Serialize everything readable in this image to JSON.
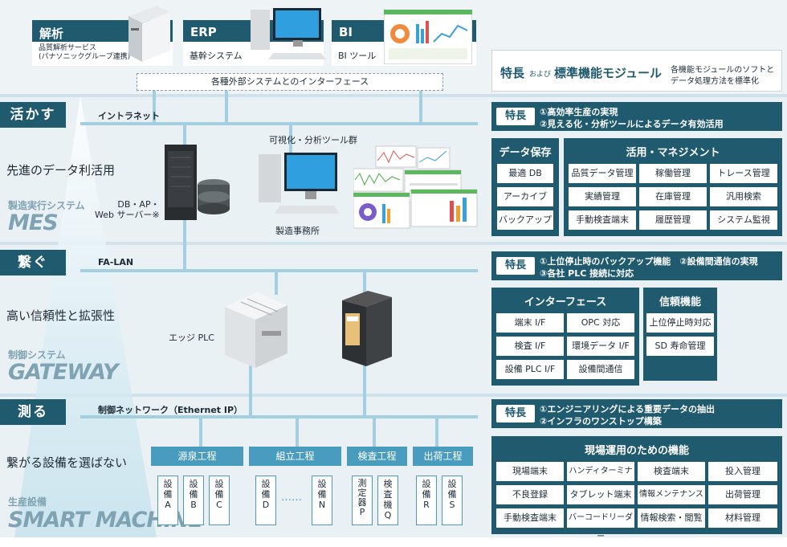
{
  "top_systems": [
    {
      "name": "解析",
      "sub": "品質解析サービス\n(パナソニックグループ連携)"
    },
    {
      "name": "ERP",
      "sub": "基幹システム"
    },
    {
      "name": "BI",
      "sub": "BI ツール"
    }
  ],
  "interface_label": "各種外部システムとのインターフェース",
  "feature_header": {
    "title_a": "特長",
    "title_and": "および",
    "title_b": "標準機能モジュール",
    "desc_line1": "各機能モジュールのソフトと",
    "desc_line2": "データ処理方法を標準化"
  },
  "stages": [
    {
      "label": "活かす",
      "network": "イントラネット",
      "side": "先進のデータ利活用",
      "sys_ja": "製造実行システム",
      "sys_en": "MES"
    },
    {
      "label": "繋ぐ",
      "network": "FA-LAN",
      "side": "高い信頼性と拡張性",
      "sys_ja": "制御システム",
      "sys_en": "GATEWAY"
    },
    {
      "label": "測る",
      "network": "制御ネットワーク（Ethernet IP）",
      "side": "繋がる設備を選ばない",
      "sys_ja": "生産設備",
      "sys_en": "SMART MACHINE"
    }
  ],
  "mes_labels": {
    "server": "DB・AP・\nWeb サーバー※",
    "tools": "可視化・分析ツール群",
    "office": "製造事務所"
  },
  "gateway_labels": {
    "plc": "エッジ PLC"
  },
  "features": [
    {
      "tag": "特長",
      "line1": "①高効率生産の実現",
      "line2": "②見える化・分析ツールによるデータ有効活用"
    },
    {
      "tag": "特長",
      "line1": "①上位停止時のバックアップ機能　②設備間通信の実現",
      "line2": "③各社 PLC 接続に対応"
    },
    {
      "tag": "特長",
      "line1": "①エンジニアリングによる重要データの抽出",
      "line2": "②インフラのワンストップ構築"
    }
  ],
  "data_storage": {
    "title": "データ保存",
    "items": [
      "最適 DB",
      "アーカイブ",
      "バックアップ"
    ]
  },
  "utilization": {
    "title": "活用・マネジメント",
    "items": [
      "品質データ管理",
      "稼働管理",
      "トレース管理",
      "実績管理",
      "在庫管理",
      "汎用検索",
      "手動検査端末",
      "履歴管理",
      "システム監視"
    ]
  },
  "interface_panel": {
    "title": "インターフェース",
    "items": [
      "端末 I/F",
      "OPC 対応",
      "検査 I/F",
      "環境データ I/F",
      "設備 PLC I/F",
      "設備間通信"
    ]
  },
  "reliability": {
    "title": "信頼機能",
    "items": [
      "上位停止時対応",
      "SD 寿命管理"
    ]
  },
  "field_functions": {
    "title": "現場運用のための機能",
    "items": [
      "現場端末",
      "ハンディターミナル",
      "検査端末",
      "投入管理",
      "不良登録",
      "タブレット端末",
      "情報メンテナンス",
      "出荷管理",
      "手動検査端末",
      "バーコードリーダー",
      "情報検索・閲覧",
      "材料管理"
    ]
  },
  "processes": [
    "源泉工程",
    "組立工程",
    "検査工程",
    "出荷工程"
  ],
  "equipment": [
    "設\n備\nA",
    "設\n備\nB",
    "設\n備\nC",
    "設\n備\nD",
    "設\n備\nN",
    "測\n定\n器\nP",
    "検\n査\n機\nQ",
    "設\n備\nR",
    "設\n備\nS"
  ],
  "ellipsis": "……"
}
